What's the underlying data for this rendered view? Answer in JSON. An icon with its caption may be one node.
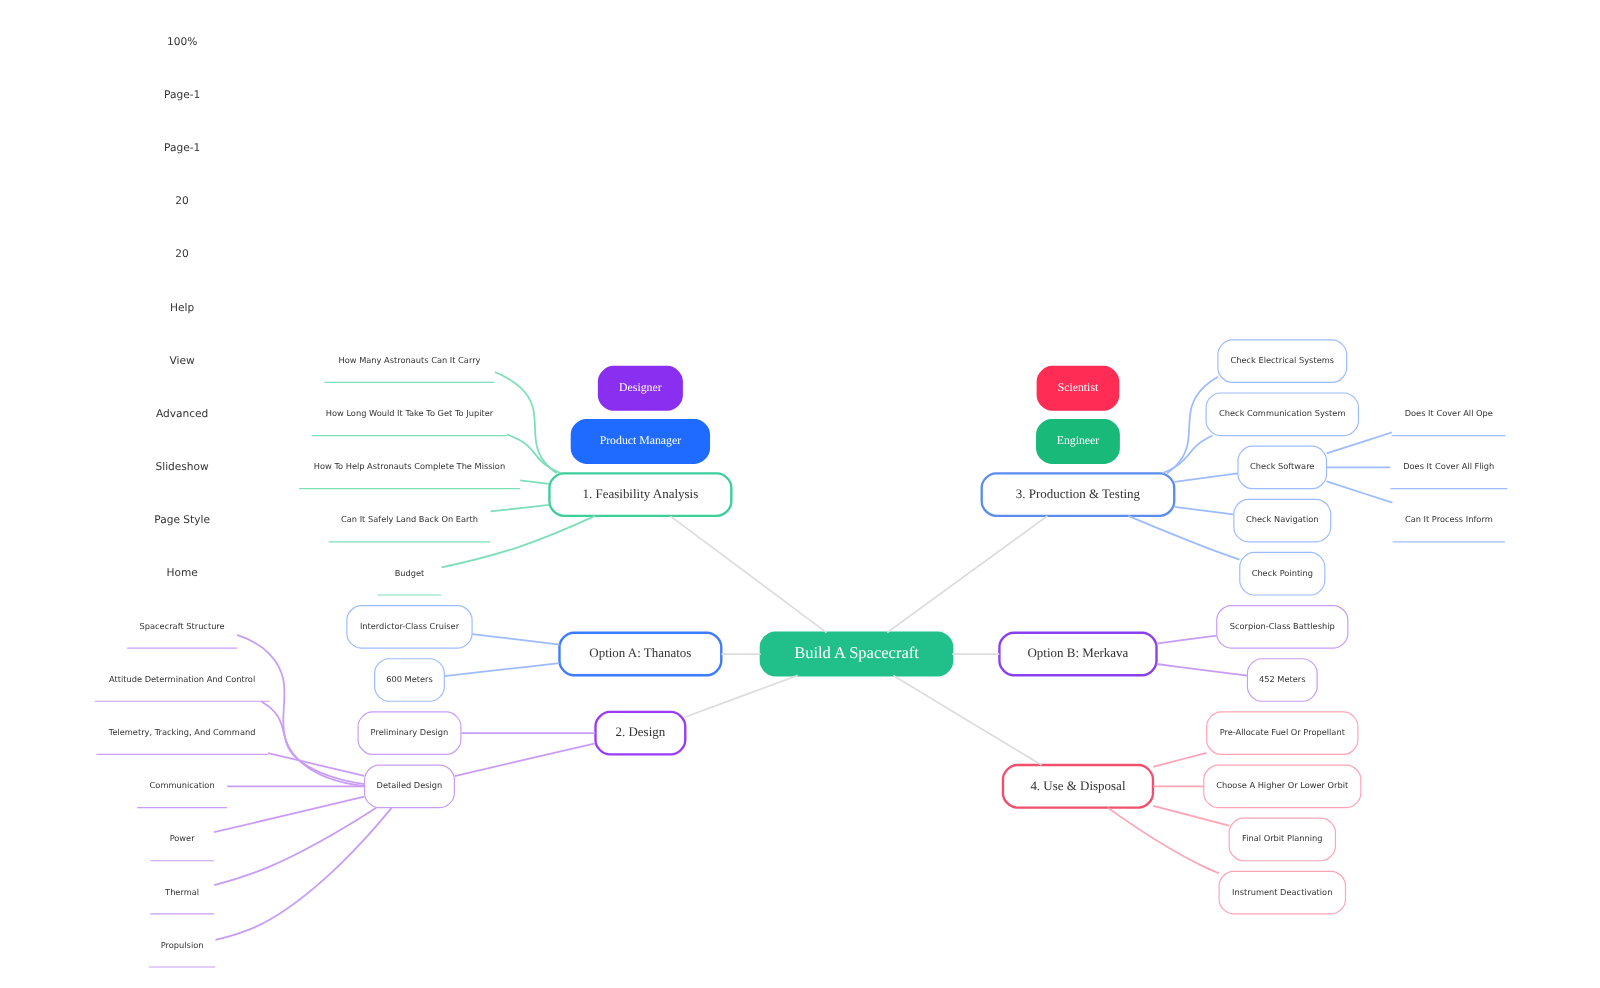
{
  "diagram": {
    "nodes": [
      {
        "text": [
          "Build A Spacecraft"
        ]
      },
      {
        "text": [
          "1. Feasibility Analysis"
        ]
      },
      {
        "text": [
          "How Many Astronauts Can It Carry"
        ]
      },
      {
        "text": [
          "How Long Would It Take To Get To Jupiter"
        ]
      },
      {
        "text": [
          "How To Help Astronauts Complete The Mission"
        ]
      },
      {
        "text": [
          "Can It Safely Land Back On Earth"
        ]
      },
      {
        "text": [
          "Budget"
        ]
      },
      {
        "text": [
          "Product Manager"
        ]
      },
      {
        "text": [
          "Option A: Thanatos"
        ]
      },
      {
        "text": [
          "Interdictor-Class Cruiser"
        ]
      },
      {
        "text": [
          "600 Meters"
        ]
      },
      {
        "text": [
          "2. Design"
        ]
      },
      {
        "text": [
          "Preliminary Design"
        ]
      },
      {
        "text": [
          "Detailed Design"
        ]
      },
      {
        "text": [
          "Spacecraft Structure"
        ]
      },
      {
        "text": [
          "Attitude Determination And Control"
        ]
      },
      {
        "text": [
          "Telemetry, Tracking, And Command"
        ]
      },
      {
        "text": [
          "Communication"
        ]
      },
      {
        "text": [
          "Power"
        ]
      },
      {
        "text": [
          "Thermal"
        ]
      },
      {
        "text": [
          "Propulsion"
        ]
      },
      {
        "text": [
          "Designer"
        ]
      },
      {
        "text": [
          "3. Production & Testing"
        ]
      },
      {
        "text": [
          "Check Electrical Systems"
        ]
      },
      {
        "text": [
          "Check Communication System"
        ]
      },
      {
        "text": [
          "Check Software"
        ]
      },
      {
        "text": [
          "Check Navigation"
        ]
      },
      {
        "text": [
          "Check Pointing"
        ]
      },
      {
        "text": [
          "Does It Cover All Ope"
        ]
      },
      {
        "text": [
          "Does It Cover All Fligh"
        ]
      },
      {
        "text": [
          "Can It Process Inform"
        ]
      },
      {
        "text": [
          "Engineer"
        ]
      },
      {
        "text": [
          "Option B: Merkava"
        ]
      },
      {
        "text": [
          "Scorpion-Class Battleship"
        ]
      },
      {
        "text": [
          "452 Meters"
        ]
      },
      {
        "text": [
          "4. Use & Disposal"
        ]
      },
      {
        "text": [
          "Pre-Allocate Fuel Or Propellant"
        ]
      },
      {
        "text": [
          "Choose A Higher Or Lower Orbit"
        ]
      },
      {
        "text": [
          "Final Orbit Planning"
        ]
      },
      {
        "text": [
          "Instrument Deactivation"
        ]
      },
      {
        "text": [
          "Scientist"
        ]
      }
    ],
    "edges": [
      {
        "from": 0,
        "to": 1,
        "arrow": "none",
        "color": "#dddddd"
      },
      {
        "from": 1,
        "to": 2,
        "arrow": "none",
        "color": "#7ddfb8"
      },
      {
        "from": 1,
        "to": 3,
        "arrow": "none",
        "color": "#7ddfb8"
      },
      {
        "from": 1,
        "to": 4,
        "arrow": "none",
        "color": "#7ddfb8"
      },
      {
        "from": 1,
        "to": 5,
        "arrow": "none",
        "color": "#7ddfb8"
      },
      {
        "from": 1,
        "to": 6,
        "arrow": "none",
        "color": "#7ddfb8"
      },
      {
        "from": 0,
        "to": 8,
        "arrow": "none",
        "color": "#dddddd"
      },
      {
        "from": 8,
        "to": 9,
        "arrow": "none",
        "color": "#9dbcff"
      },
      {
        "from": 8,
        "to": 10,
        "arrow": "none",
        "color": "#9dbcff"
      },
      {
        "from": 0,
        "to": 11,
        "arrow": "none",
        "color": "#dddddd"
      },
      {
        "from": 11,
        "to": 12,
        "arrow": "none",
        "color": "#c99cf7"
      },
      {
        "from": 11,
        "to": 13,
        "arrow": "none",
        "color": "#c99cf7"
      },
      {
        "from": 13,
        "to": 14,
        "arrow": "none",
        "color": "#c99cf7"
      },
      {
        "from": 13,
        "to": 15,
        "arrow": "none",
        "color": "#c99cf7"
      },
      {
        "from": 13,
        "to": 16,
        "arrow": "none",
        "color": "#c99cf7"
      },
      {
        "from": 13,
        "to": 17,
        "arrow": "none",
        "color": "#c99cf7"
      },
      {
        "from": 13,
        "to": 18,
        "arrow": "none",
        "color": "#c99cf7"
      },
      {
        "from": 13,
        "to": 19,
        "arrow": "none",
        "color": "#c99cf7"
      },
      {
        "from": 13,
        "to": 20,
        "arrow": "none",
        "color": "#c99cf7"
      },
      {
        "from": 0,
        "to": 22,
        "arrow": "none",
        "color": "#dddddd"
      },
      {
        "from": 22,
        "to": 23,
        "arrow": "none",
        "color": "#9dbcff"
      },
      {
        "from": 22,
        "to": 24,
        "arrow": "none",
        "color": "#9dbcff"
      },
      {
        "from": 22,
        "to": 25,
        "arrow": "none",
        "color": "#9dbcff"
      },
      {
        "from": 22,
        "to": 26,
        "arrow": "none",
        "color": "#9dbcff"
      },
      {
        "from": 22,
        "to": 27,
        "arrow": "none",
        "color": "#9dbcff"
      },
      {
        "from": 25,
        "to": 28,
        "arrow": "none",
        "color": "#9dbcff"
      },
      {
        "from": 25,
        "to": 29,
        "arrow": "none",
        "color": "#9dbcff"
      },
      {
        "from": 25,
        "to": 30,
        "arrow": "none",
        "color": "#9dbcff"
      },
      {
        "from": 0,
        "to": 32,
        "arrow": "none",
        "color": "#dddddd"
      },
      {
        "from": 32,
        "to": 33,
        "arrow": "none",
        "color": "#c99cf7"
      },
      {
        "from": 32,
        "to": 34,
        "arrow": "none",
        "color": "#c99cf7"
      },
      {
        "from": 0,
        "to": 35,
        "arrow": "none",
        "color": "#dddddd"
      },
      {
        "from": 35,
        "to": 36,
        "arrow": "none",
        "color": "#ffa3b5"
      },
      {
        "from": 35,
        "to": 37,
        "arrow": "none",
        "color": "#ffa3b5"
      },
      {
        "from": 35,
        "to": 38,
        "arrow": "none",
        "color": "#ffa3b5"
      },
      {
        "from": 35,
        "to": 39,
        "arrow": "none",
        "color": "#ffa3b5"
      }
    ],
    "labels": [
      "Home",
      "Page Style",
      "Slideshow",
      "Advanced",
      "View",
      "Help",
      "20",
      "20",
      "Page-1",
      "Page-1",
      "100%"
    ]
  }
}
